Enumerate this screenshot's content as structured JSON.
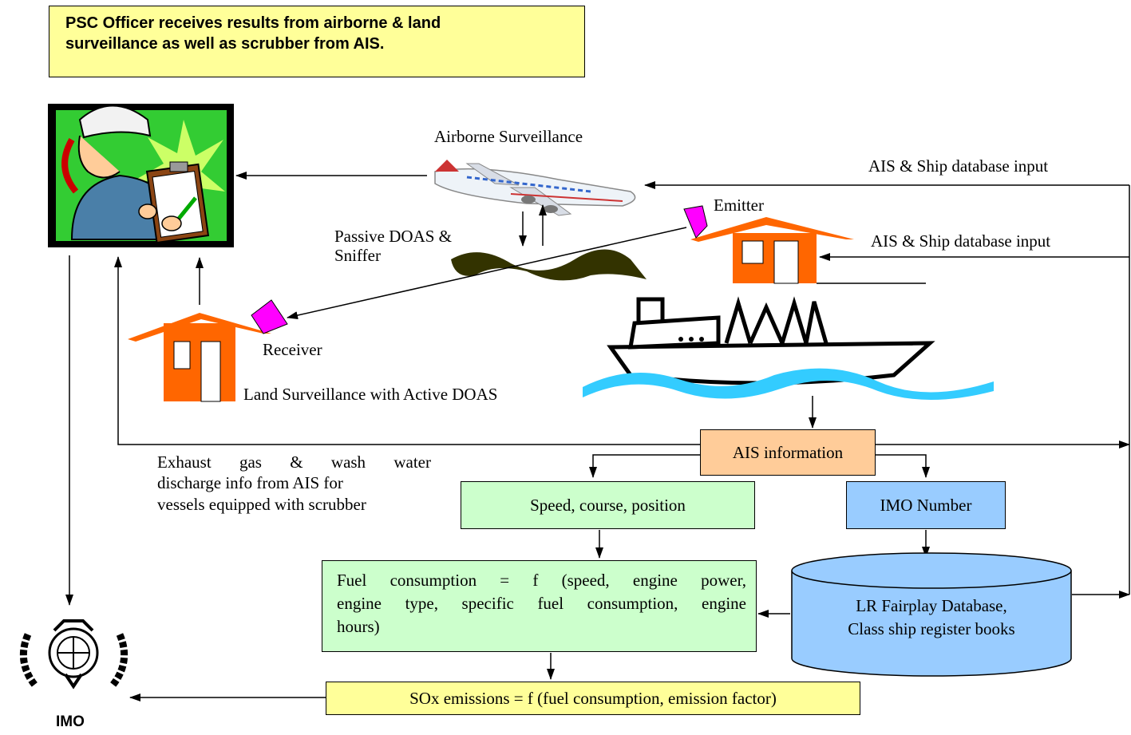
{
  "title_box": {
    "line1": "PSC Officer receives results from airborne & land",
    "line2": "surveillance as well as scrubber from AIS."
  },
  "labels": {
    "airborne_surveillance": "Airborne Surveillance",
    "ais_ship_db_input_top": "AIS & Ship database input",
    "ais_ship_db_input_emitter": "AIS & Ship database input",
    "emitter": "Emitter",
    "passive_doas_line1": "Passive DOAS &",
    "passive_doas_line2": "Sniffer",
    "receiver": "Receiver",
    "land_surveillance": "Land Surveillance with Active DOAS",
    "exhaust_line1": "Exhaust gas & wash water",
    "exhaust_line2": "discharge info from AIS for",
    "exhaust_line3": "vessels equipped with scrubber",
    "imo": "IMO"
  },
  "boxes": {
    "ais_information": "AIS information",
    "speed_course_position": "Speed, course, position",
    "imo_number": "IMO Number",
    "fuel_line1": "Fuel consumption = f (speed, engine power,",
    "fuel_line2": "engine type, specific fuel consumption, engine",
    "fuel_line3": "hours)",
    "database_line1": "LR Fairplay Database,",
    "database_line2": "Class ship register books",
    "sox": "SOx emissions = f (fuel consumption, emission factor)"
  },
  "colors": {
    "title_fill": "#ffff99",
    "green_fill": "#ccffcc",
    "peach_fill": "#ffcc99",
    "blue_fill": "#99ccff",
    "house_fill": "#ff6600",
    "sensor_fill": "#ff00ff",
    "water_fill": "#33ccff",
    "plume_fill": "#333300"
  }
}
